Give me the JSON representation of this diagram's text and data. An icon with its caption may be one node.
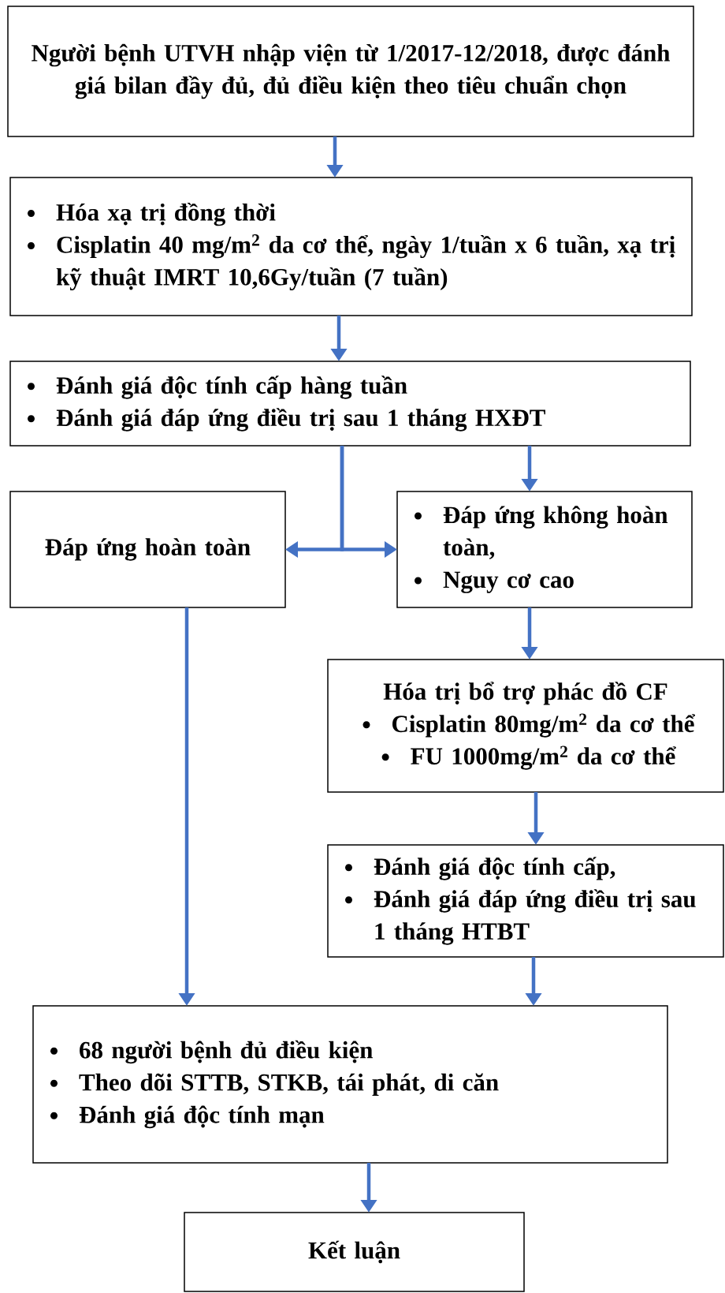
{
  "diagram": {
    "nodes": [
      {
        "text": [
          "Người bệnh UTVH nhập viện từ 1/2017-12/2018, được đánh giá bilan đầy đủ, đủ điều kiện theo tiêu chuẩn chọn"
        ]
      },
      {
        "text": [
          "Hóa xạ trị đồng thời",
          "Cisplatin 40 mg/m$^{2}$ da cơ thể, ngày 1/tuần x 6 tuần, xạ trị kỹ thuật IMRT 10,6Gy/tuần (7 tuần)"
        ]
      },
      {
        "text": [
          "Đánh giá độc tính cấp hàng tuần",
          "Đánh giá đáp ứng điều trị sau 1 tháng HXĐT"
        ]
      },
      {
        "text": [
          "Đáp ứng hoàn toàn"
        ]
      },
      {
        "text": [
          "Đáp ứng không hoàn toàn,",
          "Nguy cơ cao"
        ]
      },
      {
        "text": [
          "Hóa trị bổ trợ phác đồ CF",
          "Cisplatin 80mg/m$^{2}$ da cơ thể",
          "FU 1000mg/m$^{2}$ da cơ thể"
        ]
      },
      {
        "text": [
          "Đánh giá độc tính cấp,",
          "Đánh giá đáp ứng điều trị sau 1 tháng HTBT"
        ]
      },
      {
        "text": [
          "68 người bệnh đủ điều kiện",
          "Theo dõi STTB, STKB, tái phát, di căn",
          "Đánh giá độc tính mạn"
        ]
      },
      {
        "text": [
          "Kết luận"
        ]
      }
    ],
    "edges": [
      {
        "from": 0,
        "to": 1,
        "arrow": "to"
      },
      {
        "from": 1,
        "to": 2,
        "arrow": "to"
      },
      {
        "from": 2,
        "to": 3,
        "arrow": "to"
      },
      {
        "from": 2,
        "to": 4,
        "arrow": "to"
      },
      {
        "from": 2,
        "to": 4,
        "arrow": "to"
      },
      {
        "from": 4,
        "to": 5,
        "arrow": "to"
      },
      {
        "from": 5,
        "to": 6,
        "arrow": "to"
      },
      {
        "from": 3,
        "to": 7,
        "arrow": "to"
      },
      {
        "from": 6,
        "to": 7,
        "arrow": "to"
      },
      {
        "from": 7,
        "to": 8,
        "arrow": "to"
      }
    ]
  }
}
